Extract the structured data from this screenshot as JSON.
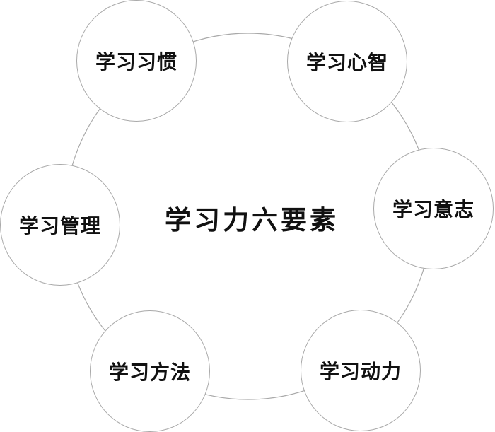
{
  "diagram": {
    "title": "学习力六要素",
    "elements": [
      {
        "id": "habit",
        "label": "学习习惯",
        "position": "top-left"
      },
      {
        "id": "mind",
        "label": "学习心智",
        "position": "top-right"
      },
      {
        "id": "will",
        "label": "学习意志",
        "position": "right"
      },
      {
        "id": "motivation",
        "label": "学习动力",
        "position": "bottom-right"
      },
      {
        "id": "method",
        "label": "学习方法",
        "position": "bottom-left"
      },
      {
        "id": "management",
        "label": "学习管理",
        "position": "left"
      }
    ],
    "colors": {
      "stroke": "#a9a9a9",
      "text": "#111111",
      "background": "#ffffff"
    }
  }
}
